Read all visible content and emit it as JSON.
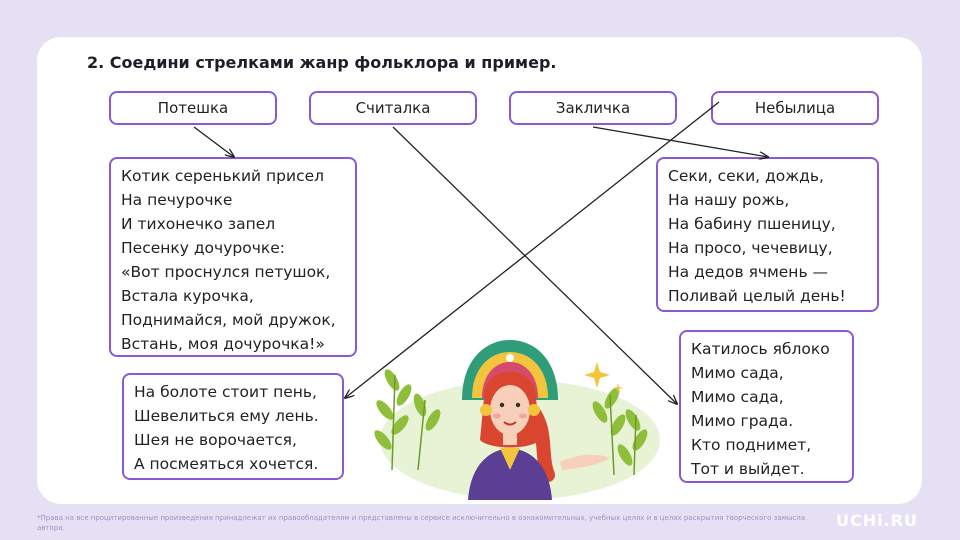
{
  "task": {
    "title": "2. Соедини стрелками жанр фольклора и пример."
  },
  "genres": [
    {
      "label": "Потешка"
    },
    {
      "label": "Считалка"
    },
    {
      "label": "Закличка"
    },
    {
      "label": "Небылица"
    }
  ],
  "poems": {
    "kotik": [
      "Котик серенький присел",
      "На печурочке",
      "И тихонечко запел",
      "Песенку дочурочке:",
      "«Вот проснулся петушок,",
      "Встала курочка,",
      "Поднимайся, мой дружок,",
      "Встань, моя дочурочка!»"
    ],
    "seki": [
      "Секи, секи, дождь,",
      "На нашу рожь,",
      "На бабину пшеницу,",
      "На просо, чечевицу,",
      "На дедов ячмень —",
      "Поливай целый день!"
    ],
    "boloto": [
      "На болоте стоит пень,",
      "Шевелиться ему лень.",
      "Шея не ворочается,",
      "А посмеяться хочется."
    ],
    "yabloko": [
      "Катилось яблоко",
      "Мимо сада,",
      "Мимо сада,",
      "Мимо града.",
      "Кто поднимет,",
      "Тот и выйдет."
    ]
  },
  "colors": {
    "background": "#e6e0f5",
    "card": "#ffffff",
    "border_accent": "#8a5ad6",
    "arrow": "#222222"
  },
  "footer": {
    "copyright": "*Права на все процитированные произведения принадлежат их правообладателям и представлены в сервисе исключительно в ознакомительных, учебных целях и в целях раскрытия творческого замысла автора.",
    "logo": "UCHi.RU"
  }
}
